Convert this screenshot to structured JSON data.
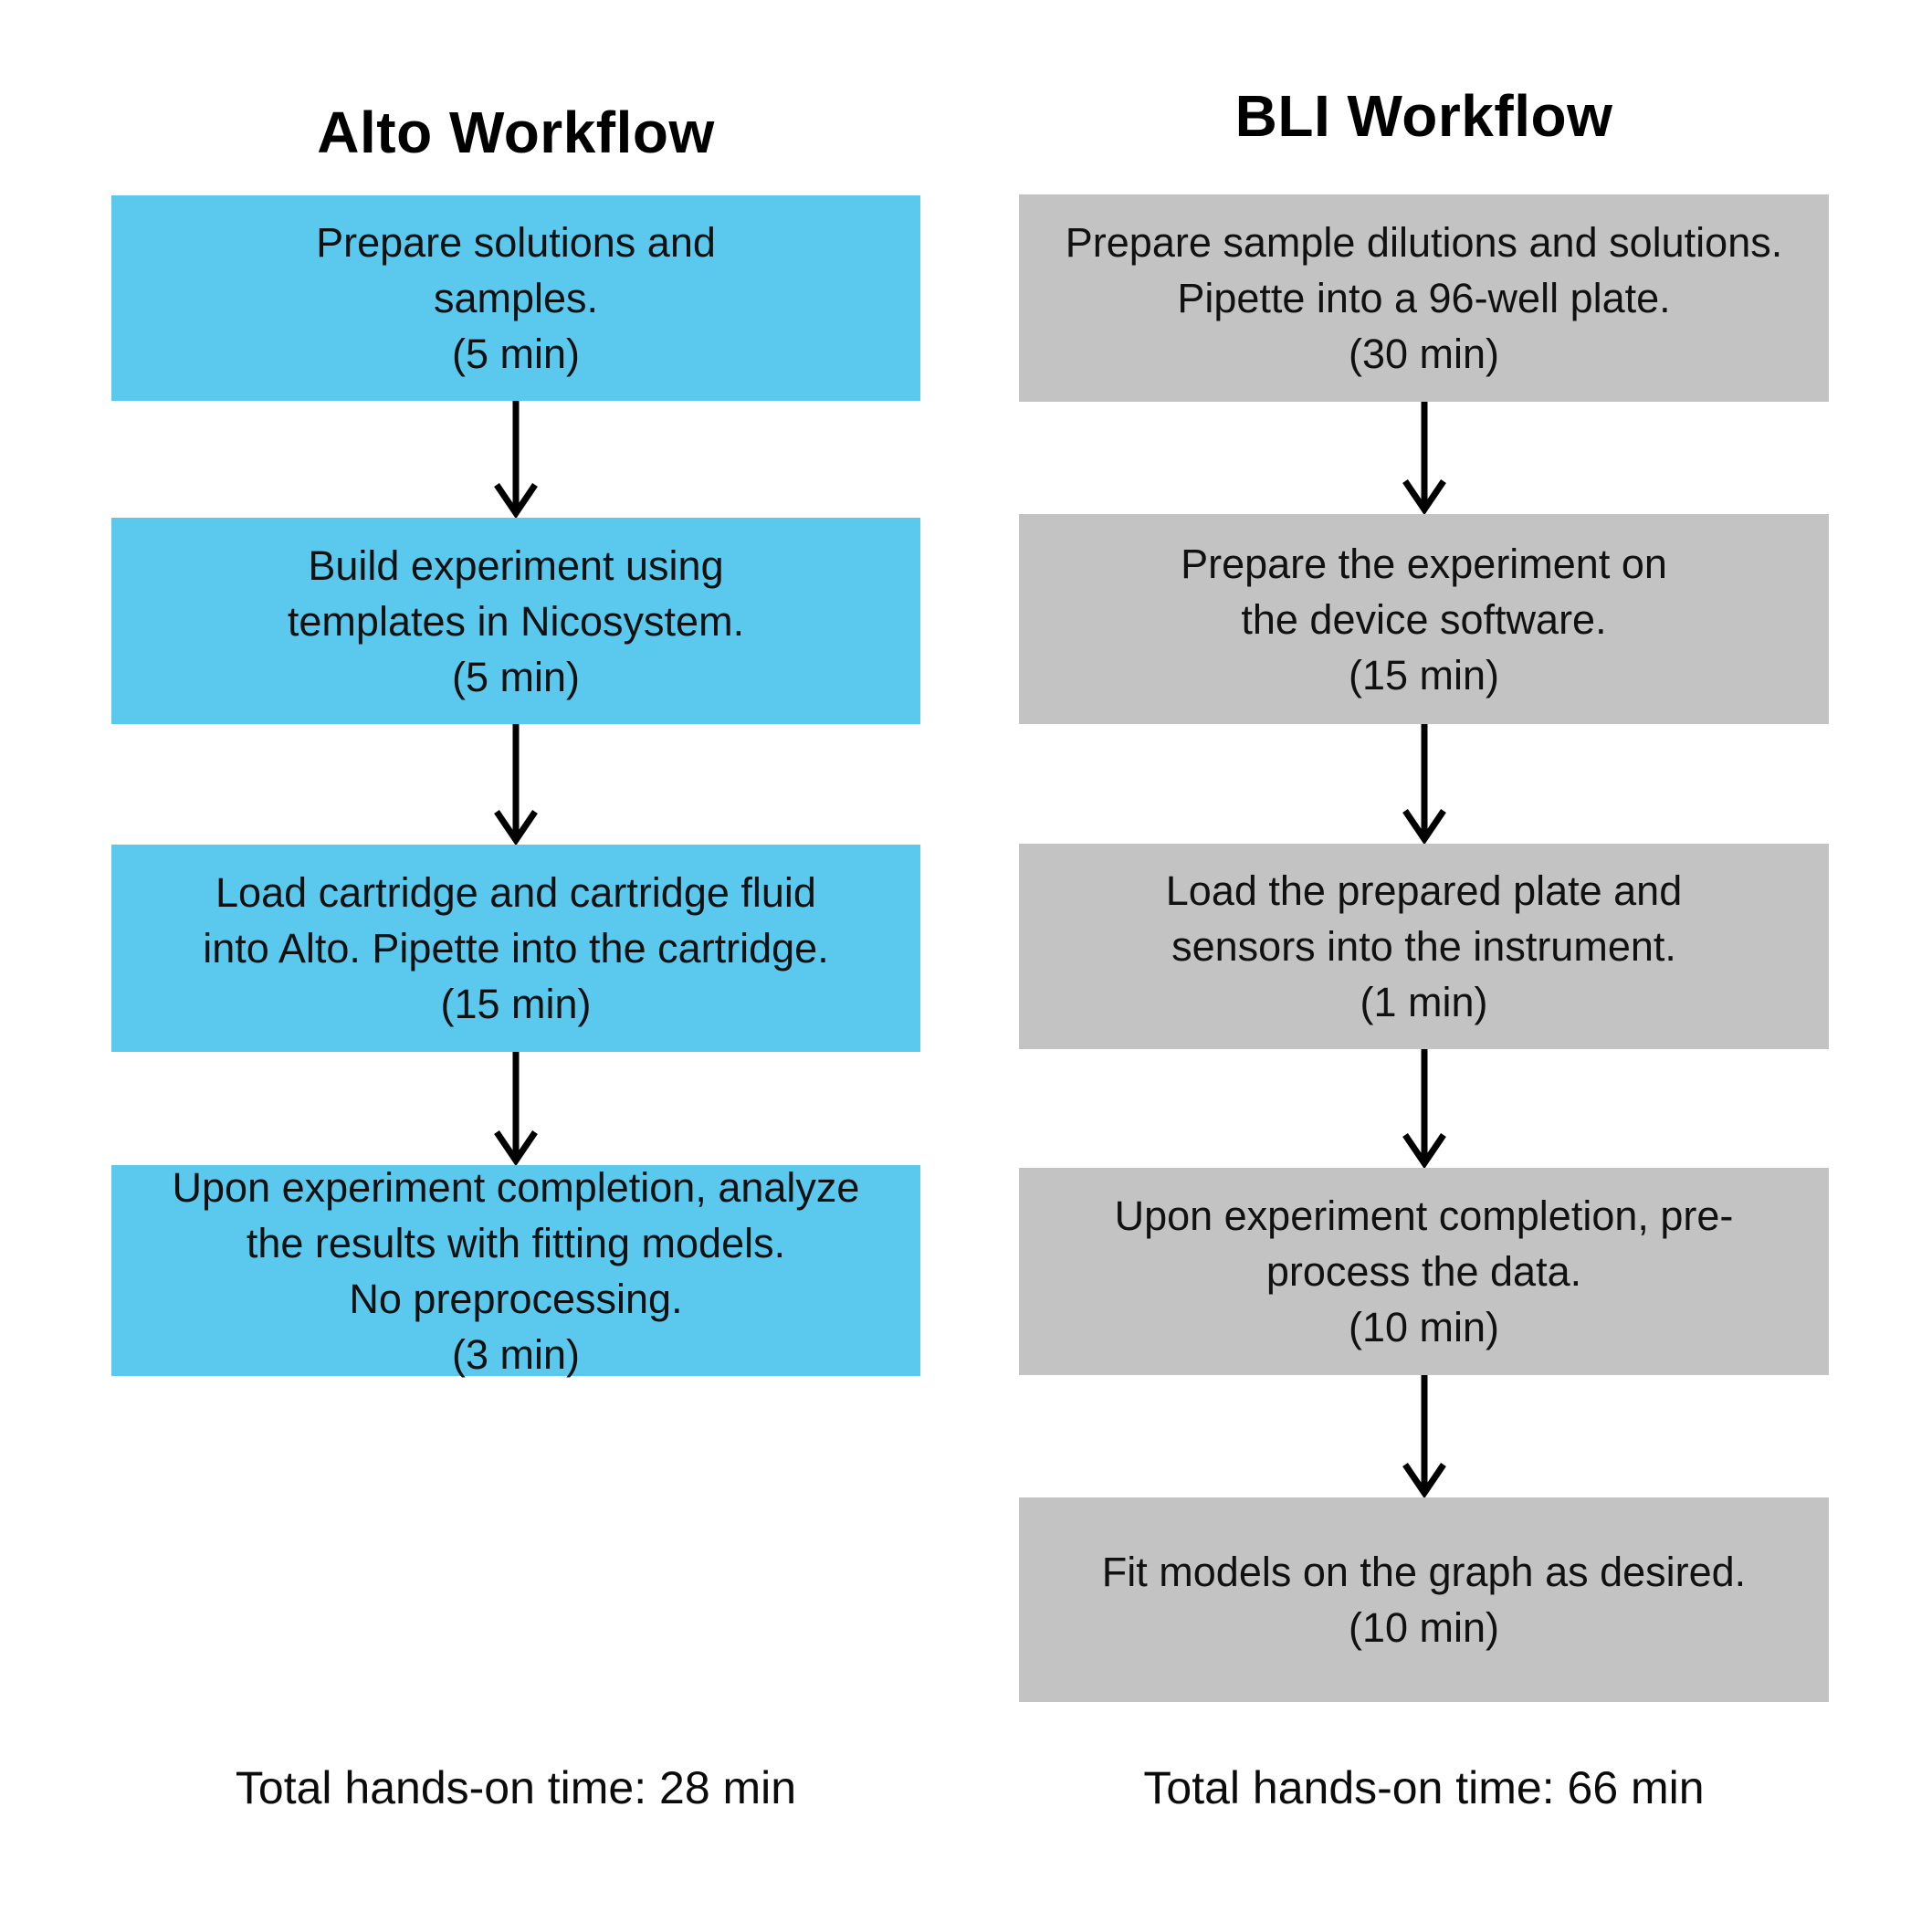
{
  "diagram": {
    "background_color": "#FFFFFF",
    "arrow_color": "#000000",
    "text_color": "#111111"
  },
  "columns": [
    {
      "title": "Alto Workflow",
      "box_color": "#5BC8EE",
      "steps": [
        {
          "lines": [
            "Prepare solutions and",
            "samples.",
            "(5 min)"
          ]
        },
        {
          "lines": [
            "Build experiment using",
            "templates in Nicosystem.",
            "(5 min)"
          ]
        },
        {
          "lines": [
            "Load cartridge and cartridge fluid",
            "into Alto. Pipette into the cartridge.",
            "(15 min)"
          ]
        },
        {
          "lines": [
            "Upon experiment completion, analyze",
            "the results with fitting models.",
            "No preprocessing.",
            "(3 min)"
          ]
        }
      ],
      "total": "Total hands-on time: 28 min"
    },
    {
      "title": "BLI Workflow",
      "box_color": "#C3C3C3",
      "steps": [
        {
          "lines": [
            "Prepare sample dilutions and solutions.",
            "Pipette into a 96-well plate.",
            "(30 min)"
          ]
        },
        {
          "lines": [
            "Prepare the experiment on",
            "the device software.",
            "(15 min)"
          ]
        },
        {
          "lines": [
            "Load the prepared plate and",
            "sensors into the instrument.",
            "(1 min)"
          ]
        },
        {
          "lines": [
            "Upon experiment completion, pre-",
            "process the data.",
            "(10 min)"
          ]
        },
        {
          "lines": [
            "Fit models on the graph as desired.",
            "(10 min)"
          ]
        }
      ],
      "total": "Total hands-on time: 66 min"
    }
  ]
}
